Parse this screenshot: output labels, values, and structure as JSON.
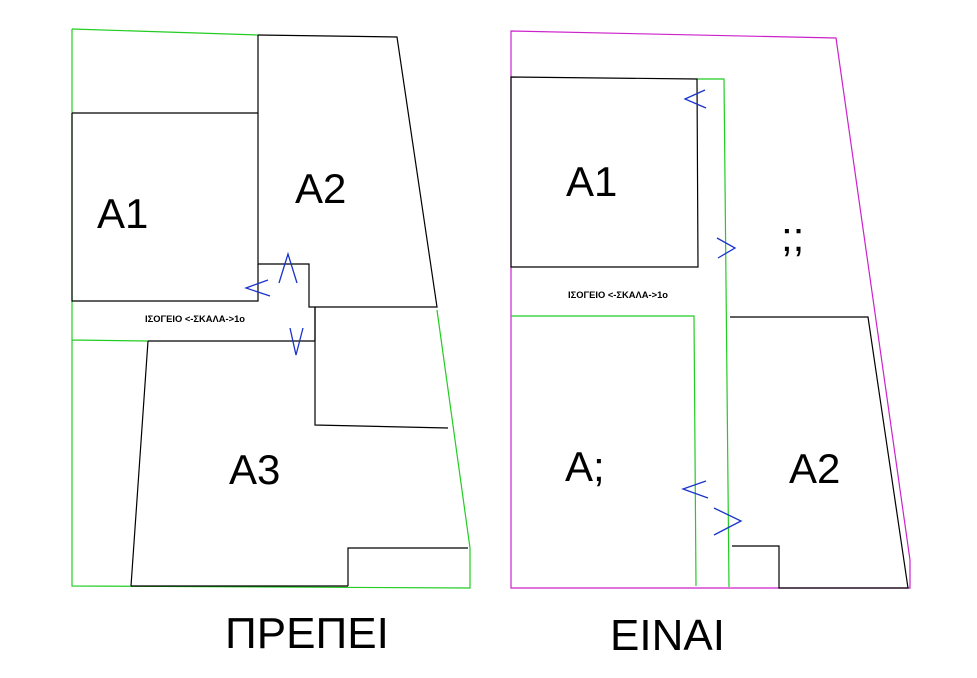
{
  "colors": {
    "background": "#ffffff",
    "walls": "#000000",
    "outline_green": "#22cc22",
    "outline_magenta": "#cc22cc",
    "arrows": "#1a33cc"
  },
  "left_plan": {
    "caption": "ΠΡΕΠΕΙ",
    "stair_label": "ΙΣΟΓΕΙΟ <-ΣΚΑΛΑ->1ο",
    "rooms": [
      "A1",
      "A2",
      "A3"
    ]
  },
  "right_plan": {
    "caption": "ΕΙΝΑΙ",
    "stair_label": "ΙΣΟΓΕΙΟ <-ΣΚΑΛΑ->1ο",
    "rooms": [
      "A1",
      ";;",
      "A;",
      "A2"
    ]
  }
}
